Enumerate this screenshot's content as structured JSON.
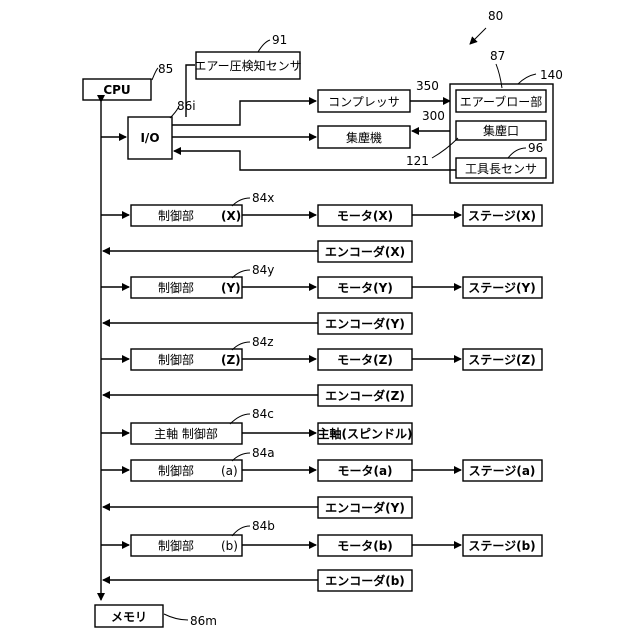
{
  "figure_number": "80",
  "cpu": {
    "label": "CPU",
    "ref": "85"
  },
  "io": {
    "label": "I/O",
    "ref": "86i"
  },
  "air_pressure_sensor": {
    "label": "エアー圧検知センサ",
    "ref": "91"
  },
  "machine_unit": {
    "ref": "140",
    "air_blow": {
      "label": "エアーブロー部",
      "ref": "87"
    },
    "dust_port": {
      "label": "集塵口",
      "ref": "121"
    },
    "tool_sensor": {
      "label": "工具長センサ",
      "ref": "96"
    }
  },
  "compressor": {
    "label": "コンプレッサ",
    "ref": "350"
  },
  "dust_collector": {
    "label": "集塵機",
    "ref": "300"
  },
  "axes": [
    {
      "ctrl_label": "制御部",
      "ctrl_suffix": "(X)",
      "ctrl_ref": "84x",
      "motor": "モータ(X)",
      "stage": "ステージ(X)",
      "encoder": "エンコーダ(X)"
    },
    {
      "ctrl_label": "制御部",
      "ctrl_suffix": "(Y)",
      "ctrl_ref": "84y",
      "motor": "モータ(Y)",
      "stage": "ステージ(Y)",
      "encoder": "エンコーダ(Y)"
    },
    {
      "ctrl_label": "制御部",
      "ctrl_suffix": "(Z)",
      "ctrl_ref": "84z",
      "motor": "モータ(Z)",
      "stage": "ステージ(Z)",
      "encoder": "エンコーダ(Z)"
    }
  ],
  "spindle": {
    "ctrl_label": "主軸 制御部",
    "ref": "84c",
    "target": "主軸(スピンドル)"
  },
  "axis_a": {
    "ctrl_label": "制御部",
    "ctrl_suffix": "(a)",
    "ctrl_ref": "84a",
    "motor": "モータ(a)",
    "stage": "ステージ(a)",
    "encoder": "エンコーダ(Y)"
  },
  "axis_b": {
    "ctrl_label": "制御部",
    "ctrl_suffix": "(b)",
    "ctrl_ref": "84b",
    "motor": "モータ(b)",
    "stage": "ステージ(b)",
    "encoder": "エンコーダ(b)"
  },
  "memory": {
    "label": "メモリ",
    "ref": "86m"
  }
}
